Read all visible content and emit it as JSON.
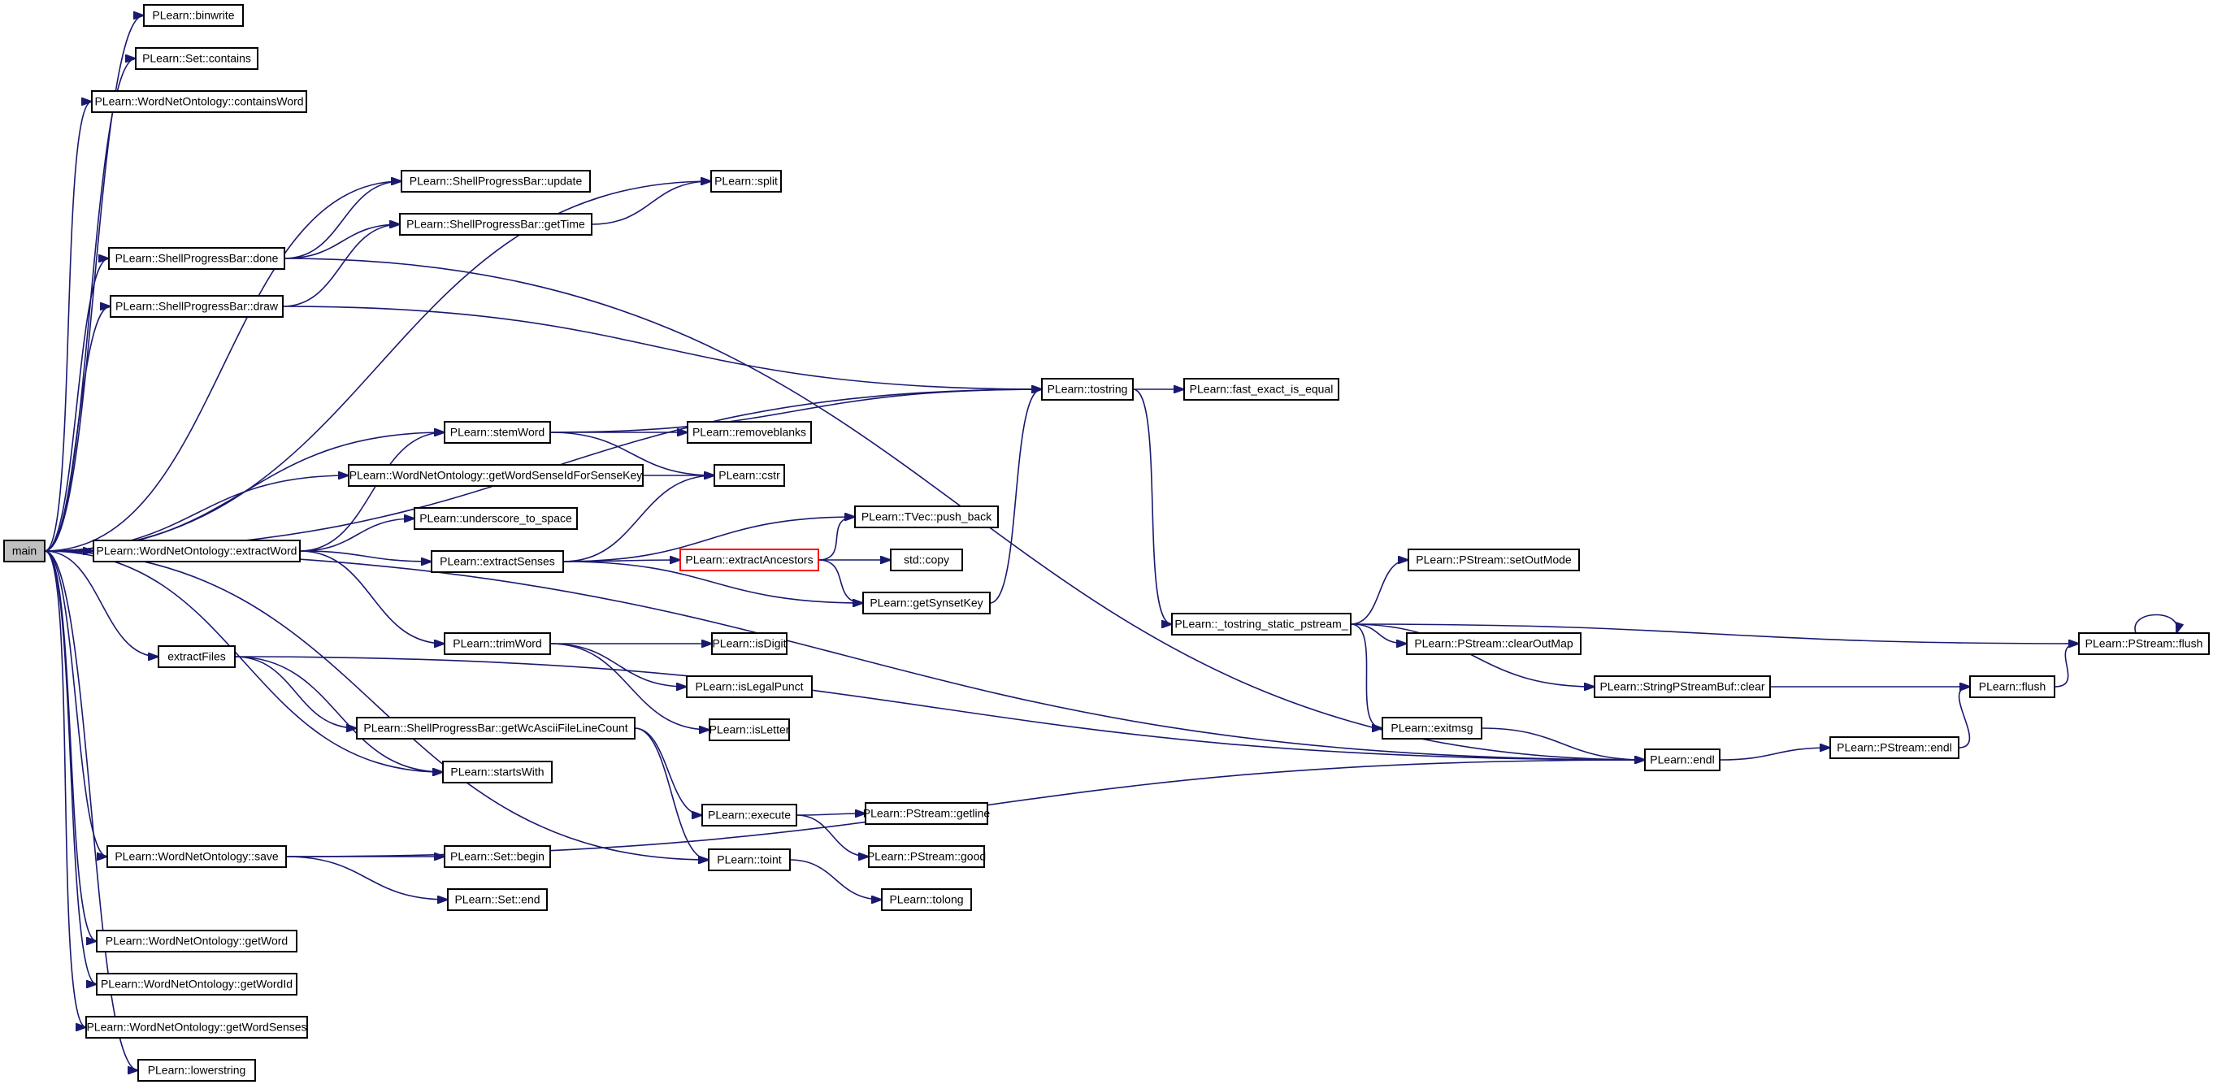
{
  "diagram": {
    "type": "call-graph",
    "colors": {
      "edge": "#191970",
      "root_fill": "#bfbfbf",
      "node_border": "#000000",
      "highlight_border": "#ff0000"
    },
    "nodes": [
      {
        "id": "main",
        "label": "main"
      },
      {
        "id": "binwrite",
        "label": "PLearn::binwrite"
      },
      {
        "id": "set_contains",
        "label": "PLearn::Set::contains"
      },
      {
        "id": "containsWord",
        "label": "PLearn::WordNetOntology::containsWord"
      },
      {
        "id": "spb_update",
        "label": "PLearn::ShellProgressBar::update"
      },
      {
        "id": "split",
        "label": "PLearn::split"
      },
      {
        "id": "spb_getTime",
        "label": "PLearn::ShellProgressBar::getTime"
      },
      {
        "id": "spb_done",
        "label": "PLearn::ShellProgressBar::done"
      },
      {
        "id": "spb_draw",
        "label": "PLearn::ShellProgressBar::draw"
      },
      {
        "id": "tostring",
        "label": "PLearn::tostring"
      },
      {
        "id": "fast_exact",
        "label": "PLearn::fast_exact_is_equal"
      },
      {
        "id": "stemWord",
        "label": "PLearn::stemWord"
      },
      {
        "id": "removeblanks",
        "label": "PLearn::removeblanks"
      },
      {
        "id": "getWordSenseId",
        "label": "PLearn::WordNetOntology::getWordSenseIdForSenseKey"
      },
      {
        "id": "cstr",
        "label": "PLearn::cstr"
      },
      {
        "id": "underscore",
        "label": "PLearn::underscore_to_space"
      },
      {
        "id": "push_back",
        "label": "PLearn::TVec::push_back"
      },
      {
        "id": "extractWord",
        "label": "PLearn::WordNetOntology::extractWord"
      },
      {
        "id": "extractSenses",
        "label": "PLearn::extractSenses"
      },
      {
        "id": "extractAncestors",
        "label": "PLearn::extractAncestors",
        "highlight": true
      },
      {
        "id": "stdcopy",
        "label": "std::copy"
      },
      {
        "id": "setOutMode",
        "label": "PLearn::PStream::setOutMode"
      },
      {
        "id": "getSynsetKey",
        "label": "PLearn::getSynsetKey"
      },
      {
        "id": "tostring_static",
        "label": "PLearn::_tostring_static_pstream_"
      },
      {
        "id": "pstream_flush",
        "label": "PLearn::PStream::flush"
      },
      {
        "id": "trimWord",
        "label": "PLearn::trimWord"
      },
      {
        "id": "isDigit",
        "label": "PLearn::isDigit"
      },
      {
        "id": "clearOutMap",
        "label": "PLearn::PStream::clearOutMap"
      },
      {
        "id": "extractFiles",
        "label": "extractFiles"
      },
      {
        "id": "isLegalPunct",
        "label": "PLearn::isLegalPunct"
      },
      {
        "id": "spsb_clear",
        "label": "PLearn::StringPStreamBuf::clear"
      },
      {
        "id": "flush",
        "label": "PLearn::flush"
      },
      {
        "id": "getWcAscii",
        "label": "PLearn::ShellProgressBar::getWcAsciiFileLineCount"
      },
      {
        "id": "isLetter",
        "label": "PLearn::isLetter"
      },
      {
        "id": "exitmsg",
        "label": "PLearn::exitmsg"
      },
      {
        "id": "pstream_endl",
        "label": "PLearn::PStream::endl"
      },
      {
        "id": "endl",
        "label": "PLearn::endl"
      },
      {
        "id": "startsWith",
        "label": "PLearn::startsWith"
      },
      {
        "id": "execute",
        "label": "PLearn::execute"
      },
      {
        "id": "getline",
        "label": "PLearn::PStream::getline"
      },
      {
        "id": "save",
        "label": "PLearn::WordNetOntology::save"
      },
      {
        "id": "set_begin",
        "label": "PLearn::Set::begin"
      },
      {
        "id": "toint",
        "label": "PLearn::toint"
      },
      {
        "id": "good",
        "label": "PLearn::PStream::good"
      },
      {
        "id": "set_end",
        "label": "PLearn::Set::end"
      },
      {
        "id": "tolong",
        "label": "PLearn::tolong"
      },
      {
        "id": "getWord",
        "label": "PLearn::WordNetOntology::getWord"
      },
      {
        "id": "getWordId",
        "label": "PLearn::WordNetOntology::getWordId"
      },
      {
        "id": "getWordSenses",
        "label": "PLearn::WordNetOntology::getWordSenses"
      },
      {
        "id": "lowerstring",
        "label": "PLearn::lowerstring"
      }
    ],
    "edges": [
      [
        "main",
        "binwrite"
      ],
      [
        "main",
        "set_contains"
      ],
      [
        "main",
        "containsWord"
      ],
      [
        "main",
        "spb_update"
      ],
      [
        "main",
        "split"
      ],
      [
        "main",
        "spb_done"
      ],
      [
        "main",
        "spb_draw"
      ],
      [
        "main",
        "tostring"
      ],
      [
        "main",
        "stemWord"
      ],
      [
        "main",
        "getWordSenseId"
      ],
      [
        "main",
        "extractWord"
      ],
      [
        "main",
        "extractFiles"
      ],
      [
        "main",
        "startsWith"
      ],
      [
        "main",
        "toint"
      ],
      [
        "main",
        "save"
      ],
      [
        "main",
        "endl"
      ],
      [
        "main",
        "getWord"
      ],
      [
        "main",
        "getWordId"
      ],
      [
        "main",
        "getWordSenses"
      ],
      [
        "main",
        "lowerstring"
      ],
      [
        "spb_done",
        "spb_update"
      ],
      [
        "spb_done",
        "spb_getTime"
      ],
      [
        "spb_done",
        "endl"
      ],
      [
        "spb_draw",
        "spb_getTime"
      ],
      [
        "spb_draw",
        "tostring"
      ],
      [
        "spb_getTime",
        "split"
      ],
      [
        "tostring",
        "fast_exact"
      ],
      [
        "tostring",
        "tostring_static"
      ],
      [
        "stemWord",
        "tostring"
      ],
      [
        "stemWord",
        "removeblanks"
      ],
      [
        "stemWord",
        "cstr"
      ],
      [
        "getWordSenseId",
        "cstr"
      ],
      [
        "extractWord",
        "stemWord"
      ],
      [
        "extractWord",
        "underscore"
      ],
      [
        "extractWord",
        "extractSenses"
      ],
      [
        "extractWord",
        "trimWord"
      ],
      [
        "extractSenses",
        "cstr"
      ],
      [
        "extractSenses",
        "push_back"
      ],
      [
        "extractSenses",
        "extractAncestors"
      ],
      [
        "extractSenses",
        "getSynsetKey"
      ],
      [
        "extractAncestors",
        "push_back"
      ],
      [
        "extractAncestors",
        "stdcopy"
      ],
      [
        "extractAncestors",
        "getSynsetKey"
      ],
      [
        "getSynsetKey",
        "tostring"
      ],
      [
        "tostring_static",
        "setOutMode"
      ],
      [
        "tostring_static",
        "pstream_flush"
      ],
      [
        "tostring_static",
        "clearOutMap"
      ],
      [
        "tostring_static",
        "spsb_clear"
      ],
      [
        "tostring_static",
        "exitmsg"
      ],
      [
        "pstream_flush",
        "pstream_flush"
      ],
      [
        "spsb_clear",
        "flush"
      ],
      [
        "flush",
        "pstream_flush"
      ],
      [
        "exitmsg",
        "endl"
      ],
      [
        "endl",
        "pstream_endl"
      ],
      [
        "pstream_endl",
        "flush"
      ],
      [
        "trimWord",
        "isDigit"
      ],
      [
        "trimWord",
        "isLegalPunct"
      ],
      [
        "trimWord",
        "isLetter"
      ],
      [
        "extractFiles",
        "getWcAscii"
      ],
      [
        "extractFiles",
        "startsWith"
      ],
      [
        "extractFiles",
        "endl"
      ],
      [
        "getWcAscii",
        "execute"
      ],
      [
        "getWcAscii",
        "toint"
      ],
      [
        "execute",
        "getline"
      ],
      [
        "execute",
        "good"
      ],
      [
        "toint",
        "tolong"
      ],
      [
        "save",
        "set_begin"
      ],
      [
        "save",
        "set_end"
      ],
      [
        "save",
        "endl"
      ]
    ]
  }
}
